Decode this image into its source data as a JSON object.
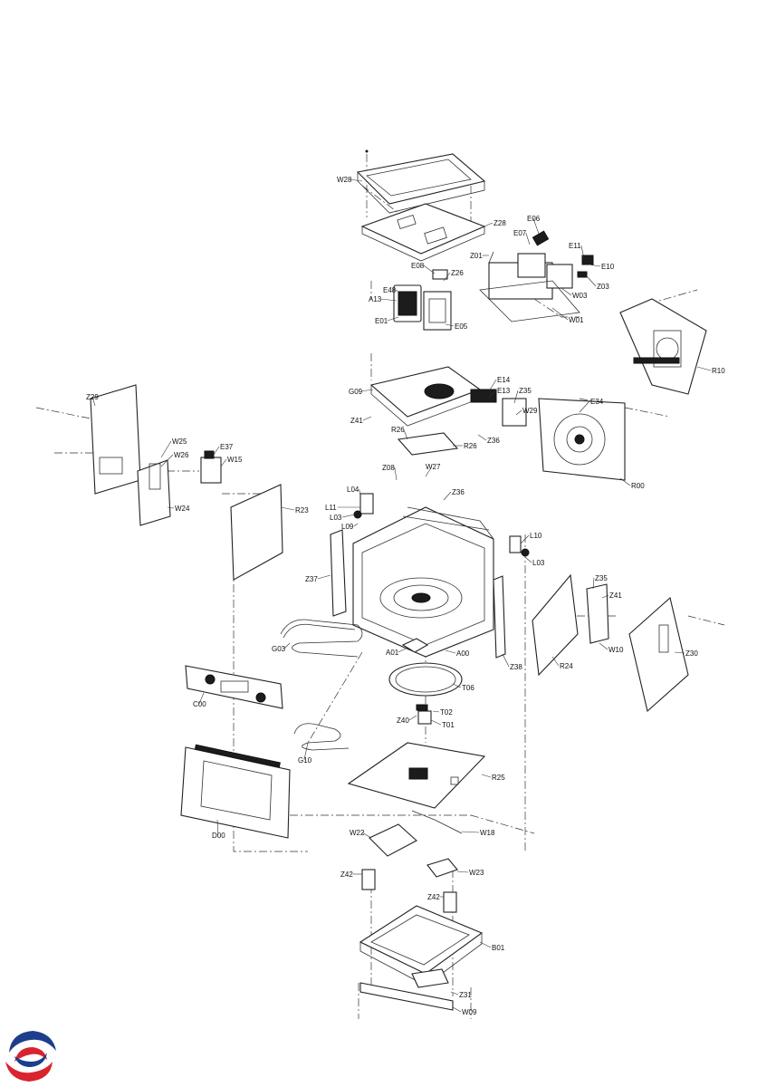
{
  "labels": [
    "W28",
    "Z28",
    "E06",
    "E07",
    "Z01",
    "E11",
    "E10",
    "E08",
    "Z26",
    "E48",
    "A13",
    "E01",
    "E05",
    "W03",
    "Z03",
    "W01",
    "R10",
    "G09",
    "E14",
    "E13",
    "Z35",
    "Z41",
    "W29",
    "Z36",
    "E34",
    "Z29",
    "R26",
    "R26",
    "W25",
    "E37",
    "W26",
    "W15",
    "Z08",
    "W27",
    "L04",
    "Z36",
    "L11",
    "L03",
    "L09",
    "W24",
    "R23",
    "L10",
    "L03",
    "R00",
    "Z37",
    "Z35",
    "Z41",
    "G03",
    "A01",
    "A00",
    "W10",
    "Z30",
    "Z38",
    "R24",
    "C00",
    "T06",
    "T02",
    "Z40",
    "T01",
    "G10",
    "R25",
    "D00",
    "W22",
    "W18",
    "Z42",
    "W23",
    "Z42",
    "B01",
    "Z31",
    "W09"
  ],
  "logo": {
    "icon": "brand-swirl-logo",
    "colors": [
      "#1d3e8c",
      "#d9232e"
    ]
  }
}
